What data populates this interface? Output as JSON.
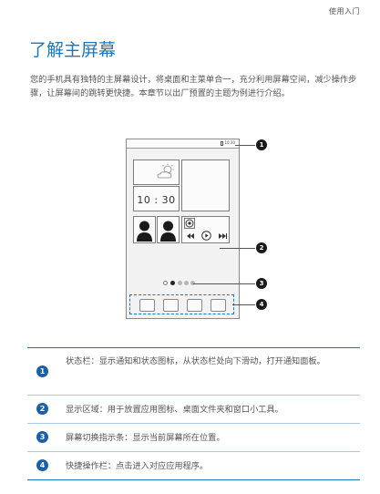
{
  "header": {
    "section_label": "使用入门"
  },
  "page": {
    "title": "了解主屏幕",
    "intro": "您的手机具有独特的主屏幕设计，将桌面和主菜单合一，充分利用屏幕空间，减少操作步骤，让屏幕间的跳转更快捷。本章节以出厂预置的主题为例进行介绍。"
  },
  "phone": {
    "status_time": "10:30",
    "clock_widget": "10 : 30",
    "icons": {
      "weather": "sun-cloud-icon",
      "contact": "person-icon",
      "music_logo": "music-logo-icon",
      "prev": "previous-track-icon",
      "play": "play-icon",
      "next": "next-track-icon"
    }
  },
  "callouts": [
    "1",
    "2",
    "3",
    "4"
  ],
  "legend": [
    {
      "number": "1",
      "text": "状态栏：显示通知和状态图标，从状态栏处向下滑动，打开通知面板。"
    },
    {
      "number": "2",
      "text": "显示区域：用于放置应用图标、桌面文件夹和窗口小工具。"
    },
    {
      "number": "3",
      "text": "屏幕切换指示条：显示当前屏幕所在位置。"
    },
    {
      "number": "4",
      "text": "快捷操作栏：点击进入对应应用程序。"
    }
  ],
  "colors": {
    "accent": "#1a78c2",
    "badge": "#1b5fa6"
  }
}
